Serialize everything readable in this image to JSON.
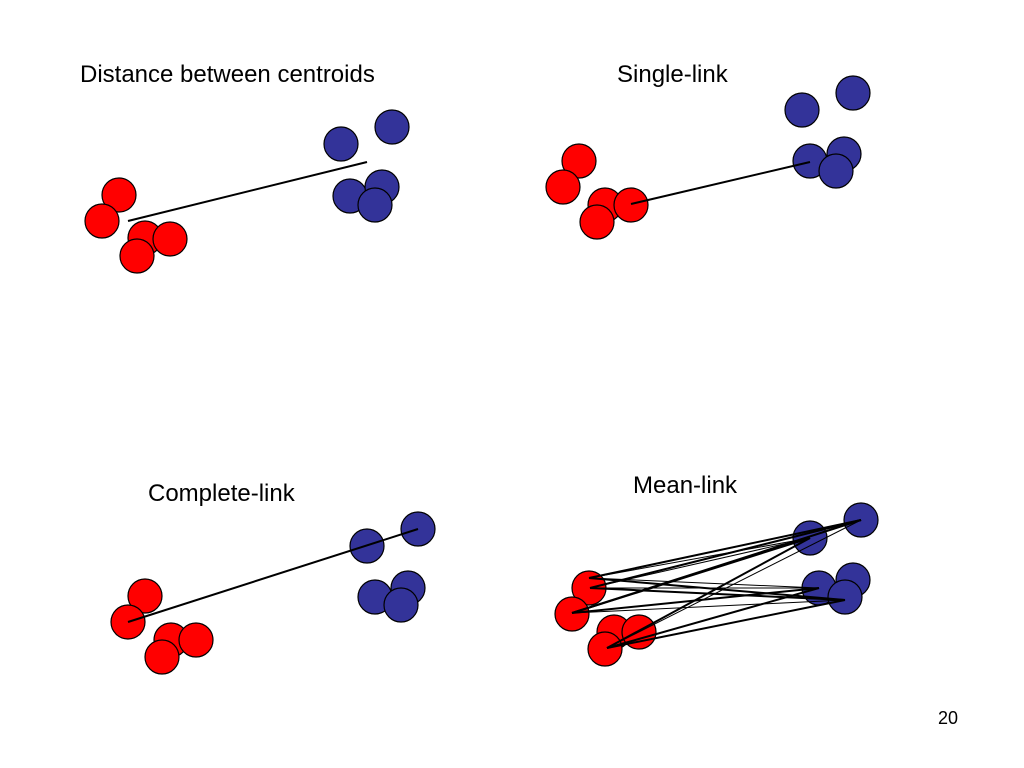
{
  "slide": {
    "page_number": "20",
    "panels": [
      {
        "id": "centroid",
        "title": "Distance between centroids"
      },
      {
        "id": "single",
        "title": "Single-link"
      },
      {
        "id": "complete",
        "title": "Complete-link"
      },
      {
        "id": "mean",
        "title": "Mean-link"
      }
    ]
  },
  "colors": {
    "cluster_a": "#ff0000",
    "cluster_b": "#333399",
    "stroke": "#000000"
  }
}
